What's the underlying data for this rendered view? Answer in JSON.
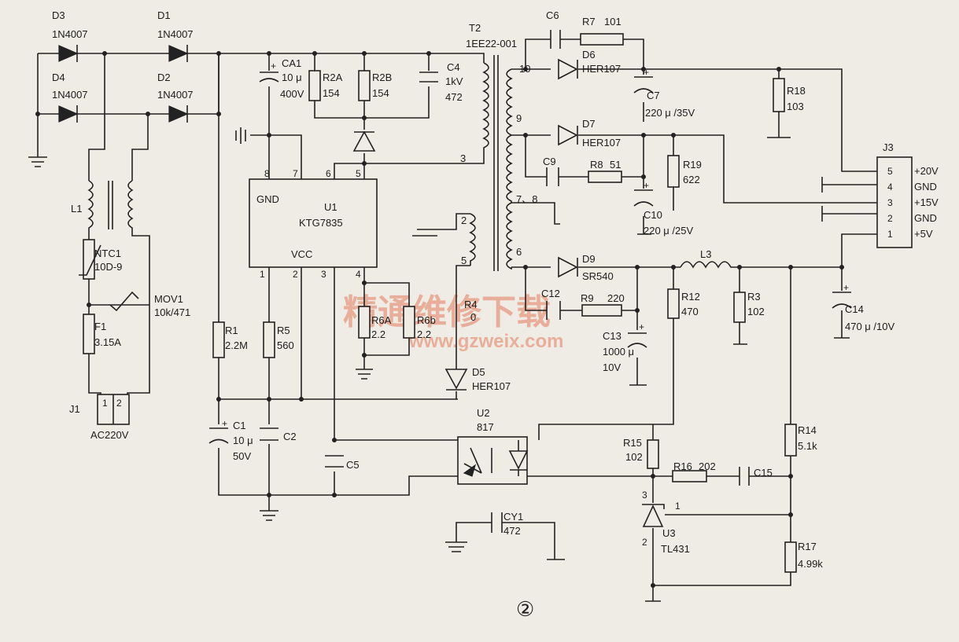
{
  "figure_number": "②",
  "watermark": {
    "text": "精通维修下载",
    "url": "www.gzweix.com"
  },
  "diodes": [
    {
      "ref": "D3",
      "part": "1N4007"
    },
    {
      "ref": "D1",
      "part": "1N4007"
    },
    {
      "ref": "D4",
      "part": "1N4007"
    },
    {
      "ref": "D2",
      "part": "1N4007"
    },
    {
      "ref": "D6",
      "part": "HER107"
    },
    {
      "ref": "D7",
      "part": "HER107"
    },
    {
      "ref": "D9",
      "part": "SR540"
    },
    {
      "ref": "D5",
      "part": "HER107"
    }
  ],
  "transformer": {
    "ref": "T2",
    "part": "1EE22-001",
    "pins": [
      "10",
      "9",
      "7、8",
      "6",
      "3",
      "2",
      "5"
    ]
  },
  "capacitors": [
    {
      "ref": "CA1",
      "value": "10 μ",
      "rating": "400V"
    },
    {
      "ref": "C4",
      "value": "1kV",
      "rating": "472"
    },
    {
      "ref": "C6",
      "value": ""
    },
    {
      "ref": "C7",
      "value": "220 μ /35V"
    },
    {
      "ref": "C9",
      "value": ""
    },
    {
      "ref": "C10",
      "value": "220 μ /25V"
    },
    {
      "ref": "C12",
      "value": ""
    },
    {
      "ref": "C13",
      "value": "1000 μ",
      "rating": "10V"
    },
    {
      "ref": "C14",
      "value": "470 μ /10V"
    },
    {
      "ref": "C1",
      "value": "10 μ",
      "rating": "50V"
    },
    {
      "ref": "C2",
      "value": ""
    },
    {
      "ref": "C5",
      "value": ""
    },
    {
      "ref": "C15",
      "value": ""
    },
    {
      "ref": "CY1",
      "value": "472"
    }
  ],
  "resistors": [
    {
      "ref": "R2A",
      "value": "154"
    },
    {
      "ref": "R2B",
      "value": "154"
    },
    {
      "ref": "R7",
      "value": "101"
    },
    {
      "ref": "R18",
      "value": "103"
    },
    {
      "ref": "R8",
      "value": "51"
    },
    {
      "ref": "R19",
      "value": "622"
    },
    {
      "ref": "R9",
      "value": "220"
    },
    {
      "ref": "R12",
      "value": "470"
    },
    {
      "ref": "R3",
      "value": "102"
    },
    {
      "ref": "R1",
      "value": "2.2M"
    },
    {
      "ref": "R5",
      "value": "560"
    },
    {
      "ref": "R4",
      "value": "0"
    },
    {
      "ref": "R6A",
      "value": "2.2"
    },
    {
      "ref": "R6b",
      "value": "2.2"
    },
    {
      "ref": "R14",
      "value": "5.1k"
    },
    {
      "ref": "R15",
      "value": "102"
    },
    {
      "ref": "R16",
      "value": "202"
    },
    {
      "ref": "R17",
      "value": "4.99k"
    }
  ],
  "misc": {
    "L1": "L1",
    "L3": "L3",
    "NTC1": "NTC1",
    "NTC1_val": "10D-9",
    "MOV1": "MOV1",
    "MOV1_val": "10k/471",
    "F1": "F1",
    "F1_val": "3.15A",
    "J1": "J1",
    "J1_val": "AC220V",
    "J1_pin1": "1",
    "J1_pin2": "2",
    "U2": "U2",
    "U2_part": "817",
    "U3": "U3",
    "U3_part": "TL431",
    "U3_pin1": "1",
    "U3_pin2": "2",
    "U3_pin3": "3"
  },
  "u1": {
    "ref": "U1",
    "part": "KTG7835",
    "gnd": "GND",
    "vcc": "VCC",
    "pins": [
      "8",
      "7",
      "6",
      "5",
      "1",
      "2",
      "3",
      "4"
    ]
  },
  "j3": {
    "ref": "J3",
    "pins": [
      {
        "num": "5",
        "label": "+20V"
      },
      {
        "num": "4",
        "label": "GND"
      },
      {
        "num": "3",
        "label": "+15V"
      },
      {
        "num": "2",
        "label": "GND"
      },
      {
        "num": "1",
        "label": "+5V"
      }
    ]
  }
}
